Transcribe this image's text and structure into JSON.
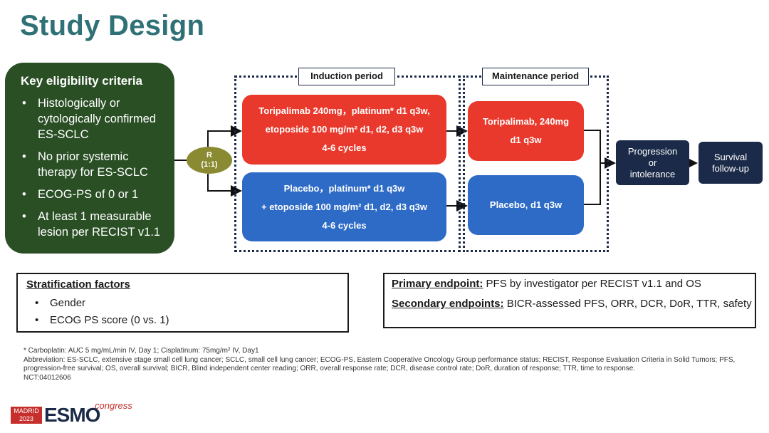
{
  "title": "Study Design",
  "eligibility": {
    "heading": "Key eligibility criteria",
    "items": [
      "Histologically or cytologically confirmed ES-SCLC",
      "No prior systemic therapy for ES-SCLC",
      "ECOG-PS of 0 or 1",
      "At least 1 measurable lesion per RECIST v1.1"
    ]
  },
  "randomization": {
    "line1": "R",
    "line2": "(1:1)"
  },
  "induction": {
    "label": "Induction period",
    "arm1": {
      "line1": "Toripalimab 240mg，platinum* d1 q3w,",
      "line2": "etoposide 100 mg/m² d1, d2, d3 q3w",
      "line3": "4-6 cycles"
    },
    "arm2": {
      "line1": "Placebo，platinum* d1 q3w",
      "line2": "+ etoposide 100 mg/m² d1, d2, d3 q3w",
      "line3": "4-6 cycles"
    }
  },
  "maintenance": {
    "label": "Maintenance period",
    "arm1": {
      "line1": "Toripalimab, 240mg",
      "line2": "d1 q3w"
    },
    "arm2": {
      "line1": "Placebo, d1 q3w"
    }
  },
  "progression": {
    "line1": "Progression",
    "line2": "or",
    "line3": "intolerance"
  },
  "survival": {
    "line1": "Survival",
    "line2": "follow-up"
  },
  "stratification": {
    "heading": "Stratification factors",
    "items": [
      "Gender",
      "ECOG PS score (0 vs. 1)"
    ]
  },
  "endpoints": {
    "primary_label": "Primary endpoint:",
    "primary_text": " PFS by investigator per RECIST v1.1 and OS",
    "secondary_label": "Secondary endpoints:",
    "secondary_text": " BICR-assessed PFS, ORR, DCR, DoR, TTR, safety"
  },
  "footnotes": {
    "line1": "* Carboplatin: AUC 5 mg/mL/min IV, Day 1; Cisplatinum: 75mg/m² IV, Day1",
    "line2": "Abbreviation: ES-SCLC, extensive stage small cell lung cancer; SCLC, small cell lung cancer; ECOG-PS, Eastern Cooperative Oncology Group performance status; RECIST, Response Evaluation Criteria in Solid Tumors; PFS, progression-free survival; OS, overall survival; BICR, Blind independent center reading; ORR, overall response rate; DCR, disease control rate; DoR, duration of response; TTR, time to response.",
    "line3": "NCT:04012606"
  },
  "logo": {
    "madrid": "MADRID",
    "year": "2023",
    "esmo": "ESMO",
    "congress": "congress"
  },
  "colors": {
    "title": "#2f7176",
    "eligibility_bg": "#2a4f25",
    "red_arm": "#e8392c",
    "blue_arm": "#2e6bc6",
    "navy": "#1b2a48",
    "randomization": "#8a8a32"
  }
}
